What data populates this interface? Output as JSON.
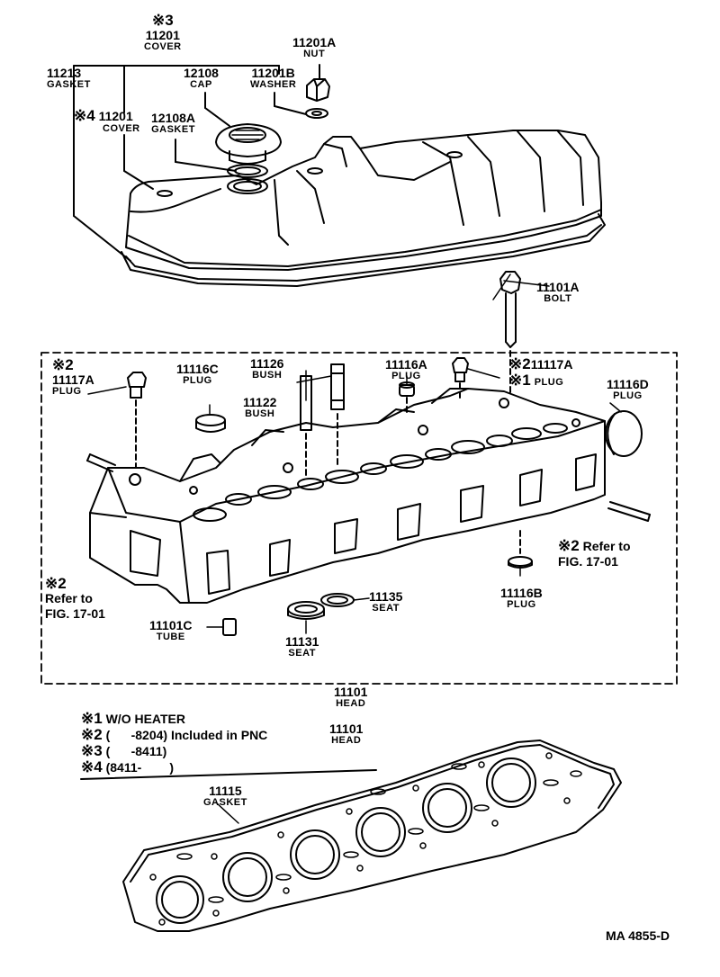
{
  "marks": {
    "m1": "※1",
    "m2": "※2",
    "m3": "※3",
    "m4": "※4"
  },
  "parts": {
    "cover_main": {
      "pn": "11201",
      "name": "COVER"
    },
    "cover_alt": {
      "pn": "11201",
      "name": "COVER"
    },
    "nut": {
      "pn": "11201A",
      "name": "NUT"
    },
    "gasket_cover": {
      "pn": "11213",
      "name": "GASKET"
    },
    "cap": {
      "pn": "12108",
      "name": "CAP"
    },
    "washer": {
      "pn": "11201B",
      "name": "WASHER"
    },
    "cap_gasket": {
      "pn": "12108A",
      "name": "GASKET"
    },
    "bolt": {
      "pn": "11101A",
      "name": "BOLT"
    },
    "plug_left": {
      "pn": "11117A",
      "name": "PLUG"
    },
    "plug_right": {
      "pn": "11117A",
      "name": "PLUG"
    },
    "plug_c": {
      "pn": "11116C",
      "name": "PLUG"
    },
    "bush_upper": {
      "pn": "11126",
      "name": "BUSH"
    },
    "bush_lower": {
      "pn": "11122",
      "name": "BUSH"
    },
    "plug_a": {
      "pn": "11116A",
      "name": "PLUG"
    },
    "plug_d": {
      "pn": "11116D",
      "name": "PLUG"
    },
    "plug_b": {
      "pn": "11116B",
      "name": "PLUG"
    },
    "seat_135": {
      "pn": "11135",
      "name": "SEAT"
    },
    "seat_131": {
      "pn": "11131",
      "name": "SEAT"
    },
    "tube": {
      "pn": "11101C",
      "name": "TUBE"
    },
    "head": {
      "pn": "11101",
      "name": "HEAD"
    },
    "head_gasket": {
      "pn": "11115",
      "name": "GASKET"
    }
  },
  "refer_text": "Refer to",
  "fig_ref": "FIG. 17-01",
  "notes": {
    "n1": "W/O HEATER",
    "n2": "(      -8204) Included in PNC",
    "n3": "(      -8411)",
    "n4": "(8411-        )",
    "pnc_pn": "11101",
    "pnc_name": "HEAD"
  },
  "diagram_code": "MA  4855-D"
}
